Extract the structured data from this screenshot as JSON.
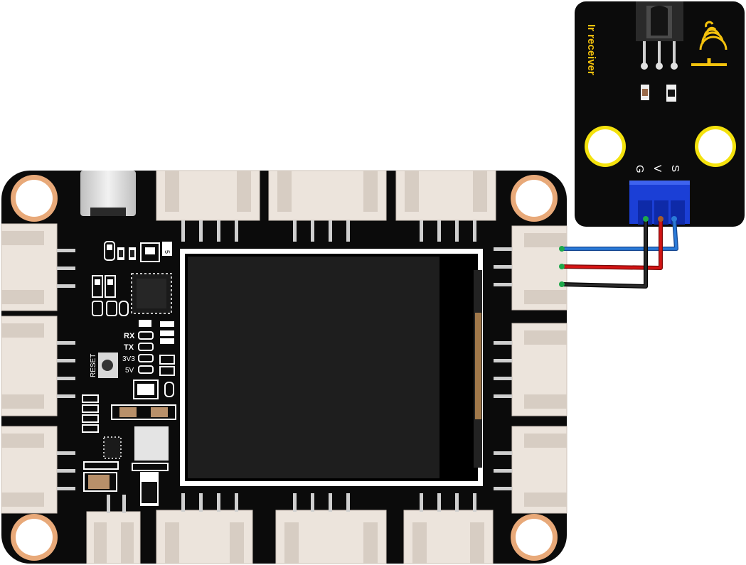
{
  "main_board": {
    "silkscreen": {
      "reset": "RESET",
      "rx": "RX",
      "tx": "TX",
      "v33": "3V3",
      "v5": "5V",
      "chip_mark": "5"
    }
  },
  "ir_module": {
    "title": "Ir receiver",
    "pins": [
      "G",
      "V",
      "S"
    ]
  },
  "wires": [
    {
      "from": "S",
      "color": "#2a6fd0"
    },
    {
      "from": "V",
      "color": "#cc1111"
    },
    {
      "from": "G",
      "color": "#1a1a1a"
    }
  ],
  "colors": {
    "board": "#0b0b0b",
    "pad": "#e8a979",
    "connector": "#ece4dc",
    "module_label": "#f4c20d",
    "header": "#1b3fd6"
  }
}
